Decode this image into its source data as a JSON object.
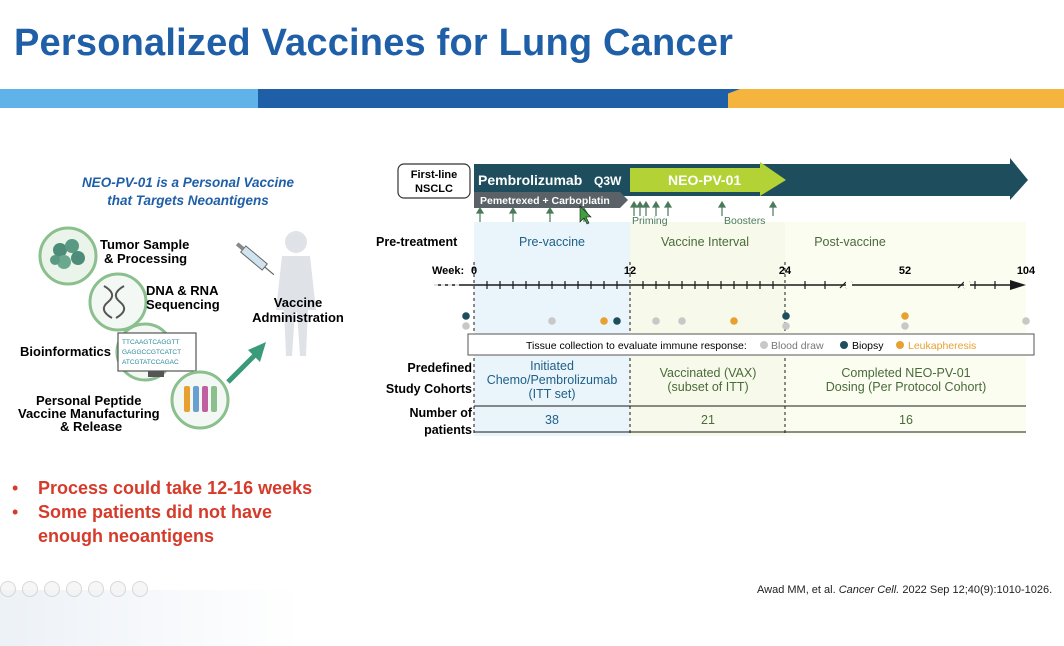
{
  "slide": {
    "title": "Personalized Vaccines for Lung Cancer",
    "left_panel": {
      "heading_line1": "NEO-PV-01 is a Personal Vaccine",
      "heading_line2": "that Targets Neoantigens",
      "step_tumor_line1": "Tumor Sample",
      "step_tumor_line2": "& Processing",
      "step_seq_line1": "DNA & RNA",
      "step_seq_line2": "Sequencing",
      "step_bioinfo": "Bioinformatics",
      "screen_line1": "TTCAAGTCAGGTT",
      "screen_line2": "GAGGCCGTCATCT",
      "screen_line3": "ATCGTATCCAGAC",
      "step_mfg_line1": "Personal Peptide",
      "step_mfg_line2": "Vaccine Manufacturing",
      "step_mfg_line3": "& Release",
      "step_admin_line1": "Vaccine",
      "step_admin_line2": "Administration"
    },
    "timeline": {
      "first_line_1": "First-line",
      "first_line_2": "NSCLC",
      "pembro_label": "Pembrolizumab",
      "pembro_sched": "Q3W",
      "neo_label": "NEO-PV-01",
      "chemo_label": "Pemetrexed + Carboplatin",
      "priming": "Priming",
      "boosters": "Boosters",
      "pretreatment": "Pre-treatment",
      "prevaccine": "Pre-vaccine",
      "vaccine_interval": "Vaccine Interval",
      "postvaccine": "Post-vaccine",
      "week_label": "Week:",
      "week_ticks": [
        "0",
        "12",
        "24",
        "52",
        "104"
      ],
      "tissue_label": "Tissue collection to evaluate immune response:",
      "legend_blood": "Blood draw",
      "legend_biopsy": "Biopsy",
      "legend_leuk": "Leukapheresis",
      "cohorts_label_1": "Predefined",
      "cohorts_label_2": "Study Cohorts",
      "cohort1_line1": "Initiated",
      "cohort1_line2": "Chemo/Pembrolizumab",
      "cohort1_line3": "(ITT set)",
      "cohort2_line1": "Vaccinated (VAX)",
      "cohort2_line2": "(subset of ITT)",
      "cohort3_line1": "Completed NEO-PV-01",
      "cohort3_line2": "Dosing (Per Protocol Cohort)",
      "patients_label_1": "Number of",
      "patients_label_2": "patients",
      "n1": "38",
      "n2": "21",
      "n3": "16"
    },
    "bullets": [
      "Process could take 12-16 weeks",
      "Some patients did not have enough neoantigens"
    ],
    "bullet_lines": {
      "b1": "Process could take 12-16 weeks",
      "b2_line1": "Some patients did not have",
      "b2_line2": "enough neoantigens"
    },
    "bullet_marker": "•",
    "citation_authors": "Awad MM, et al.",
    "citation_journal": "Cancer Cell.",
    "citation_rest": "2022 Sep 12;40(9):1010-1026."
  },
  "colors": {
    "title_blue": "#1f5fa8",
    "band_light": "#5fb3e8",
    "band_orange": "#f4b43d",
    "pembro_teal": "#1e4e5e",
    "neo_green": "#b2d235",
    "bullet_red": "#d63a2a",
    "blood": "#c8c8c8",
    "biopsy": "#1e4e5e",
    "leuk": "#e8a030"
  }
}
